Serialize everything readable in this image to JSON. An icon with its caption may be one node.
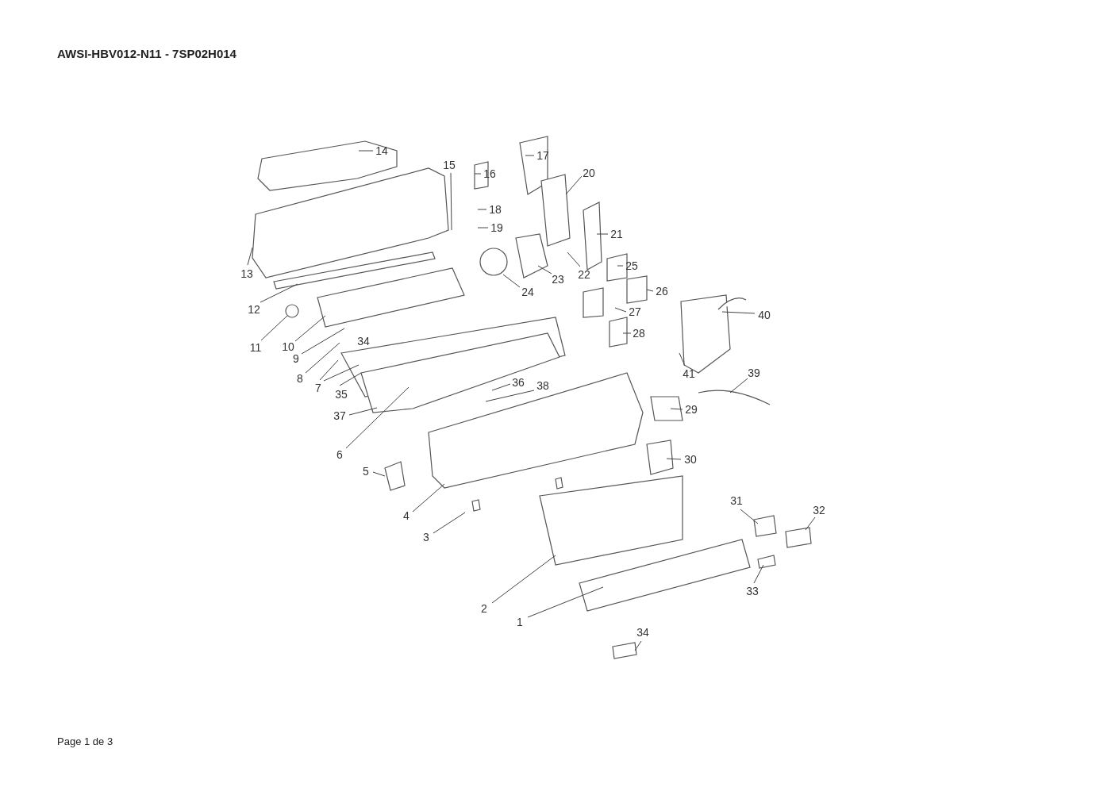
{
  "diagram": {
    "title": "AWSI-HBV012-N11 - 7SP02H014",
    "nodes": [
      {
        "text": [
          "14"
        ]
      },
      {
        "text": [
          "15"
        ]
      },
      {
        "text": [
          "16"
        ]
      },
      {
        "text": [
          "17"
        ]
      },
      {
        "text": [
          "20"
        ]
      },
      {
        "text": [
          "18"
        ]
      },
      {
        "text": [
          "19"
        ]
      },
      {
        "text": [
          "21"
        ]
      },
      {
        "text": [
          "13"
        ]
      },
      {
        "text": [
          "25"
        ]
      },
      {
        "text": [
          "22"
        ]
      },
      {
        "text": [
          "23"
        ]
      },
      {
        "text": [
          "24"
        ]
      },
      {
        "text": [
          "26"
        ]
      },
      {
        "text": [
          "12"
        ]
      },
      {
        "text": [
          "40"
        ]
      },
      {
        "text": [
          "27"
        ]
      },
      {
        "text": [
          "11"
        ]
      },
      {
        "text": [
          "10"
        ]
      },
      {
        "text": [
          "28"
        ]
      },
      {
        "text": [
          "9"
        ]
      },
      {
        "text": [
          "8"
        ]
      },
      {
        "text": [
          "7"
        ]
      },
      {
        "text": [
          "35"
        ]
      },
      {
        "text": [
          "41"
        ]
      },
      {
        "text": [
          "39"
        ]
      },
      {
        "text": [
          "36"
        ]
      },
      {
        "text": [
          "38"
        ]
      },
      {
        "text": [
          "37"
        ]
      },
      {
        "text": [
          "29"
        ]
      },
      {
        "text": [
          "6"
        ]
      },
      {
        "text": [
          "5"
        ]
      },
      {
        "text": [
          "30"
        ]
      },
      {
        "text": [
          "4"
        ]
      },
      {
        "text": [
          "3"
        ]
      },
      {
        "text": [
          "31"
        ]
      },
      {
        "text": [
          "32"
        ]
      },
      {
        "text": [
          "2"
        ]
      },
      {
        "text": [
          "33"
        ]
      },
      {
        "text": [
          "1"
        ]
      },
      {
        "text": [
          "34"
        ]
      }
    ],
    "edges": [
      {
        "from": 0,
        "to": null,
        "arrow": "none"
      },
      {
        "from": 1,
        "to": null,
        "arrow": "none"
      },
      {
        "from": 2,
        "to": null,
        "arrow": "none"
      },
      {
        "from": 3,
        "to": null,
        "arrow": "none"
      },
      {
        "from": 4,
        "to": null,
        "arrow": "none"
      },
      {
        "from": 5,
        "to": null,
        "arrow": "none"
      },
      {
        "from": 6,
        "to": null,
        "arrow": "none"
      },
      {
        "from": 7,
        "to": null,
        "arrow": "none"
      },
      {
        "from": 8,
        "to": null,
        "arrow": "none"
      },
      {
        "from": 9,
        "to": null,
        "arrow": "none"
      },
      {
        "from": 10,
        "to": null,
        "arrow": "none"
      },
      {
        "from": 11,
        "to": null,
        "arrow": "none"
      },
      {
        "from": 12,
        "to": null,
        "arrow": "none"
      },
      {
        "from": 13,
        "to": null,
        "arrow": "none"
      },
      {
        "from": 14,
        "to": null,
        "arrow": "none"
      },
      {
        "from": 15,
        "to": null,
        "arrow": "none"
      },
      {
        "from": 16,
        "to": null,
        "arrow": "none"
      },
      {
        "from": 17,
        "to": null,
        "arrow": "none"
      },
      {
        "from": 18,
        "to": null,
        "arrow": "none"
      },
      {
        "from": 19,
        "to": null,
        "arrow": "none"
      },
      {
        "from": 20,
        "to": null,
        "arrow": "none"
      },
      {
        "from": 21,
        "to": null,
        "arrow": "none"
      },
      {
        "from": 22,
        "to": null,
        "arrow": "none"
      },
      {
        "from": 22,
        "to": null,
        "arrow": "none"
      },
      {
        "from": 23,
        "to": null,
        "arrow": "none"
      },
      {
        "from": 24,
        "to": null,
        "arrow": "none"
      },
      {
        "from": 25,
        "to": null,
        "arrow": "none"
      },
      {
        "from": 26,
        "to": null,
        "arrow": "none"
      },
      {
        "from": 27,
        "to": null,
        "arrow": "none"
      },
      {
        "from": 28,
        "to": null,
        "arrow": "none"
      },
      {
        "from": 29,
        "to": null,
        "arrow": "none"
      },
      {
        "from": 30,
        "to": null,
        "arrow": "none"
      },
      {
        "from": 31,
        "to": null,
        "arrow": "none"
      },
      {
        "from": 32,
        "to": null,
        "arrow": "none"
      },
      {
        "from": 33,
        "to": null,
        "arrow": "none"
      },
      {
        "from": 34,
        "to": null,
        "arrow": "none"
      },
      {
        "from": 35,
        "to": null,
        "arrow": "none"
      },
      {
        "from": 36,
        "to": null,
        "arrow": "none"
      },
      {
        "from": 37,
        "to": null,
        "arrow": "none"
      },
      {
        "from": 38,
        "to": null,
        "arrow": "none"
      },
      {
        "from": 39,
        "to": null,
        "arrow": "none"
      },
      {
        "from": 40,
        "to": null,
        "arrow": "none"
      }
    ],
    "labels": [
      "34",
      "Page 1 de 3"
    ]
  }
}
